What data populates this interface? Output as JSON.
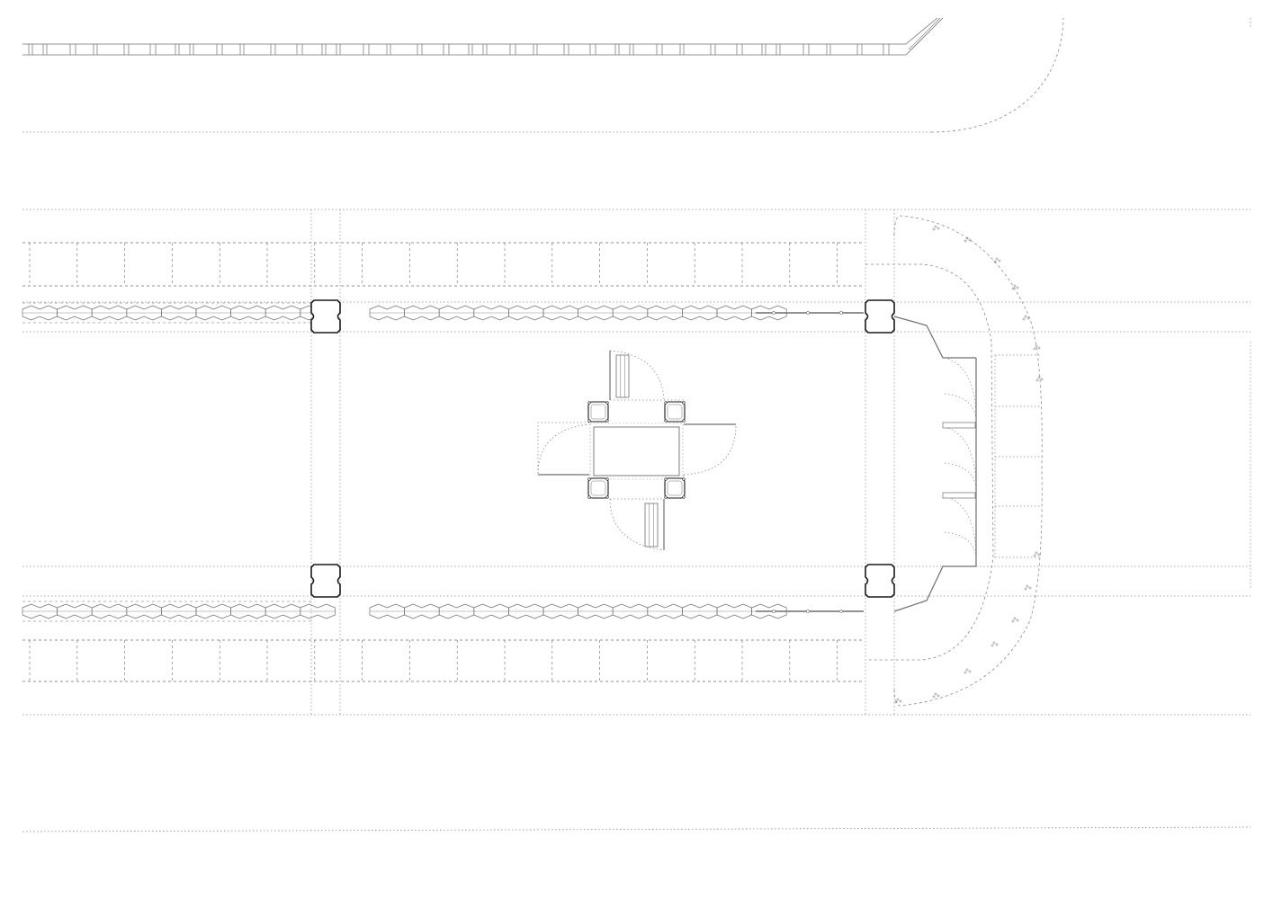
{
  "drawing": {
    "kind": "architectural-floor-plan",
    "text_labels": []
  },
  "palette": {
    "background": "#ffffff",
    "thin_line": "#6f6f6f",
    "dotted_line": "#8a8a8a",
    "heavy_line": "#1a1a1a"
  },
  "elements": {
    "columns": 4,
    "furniture_chairs": 4,
    "table": 1,
    "benches": 2,
    "door_swings": 6
  }
}
